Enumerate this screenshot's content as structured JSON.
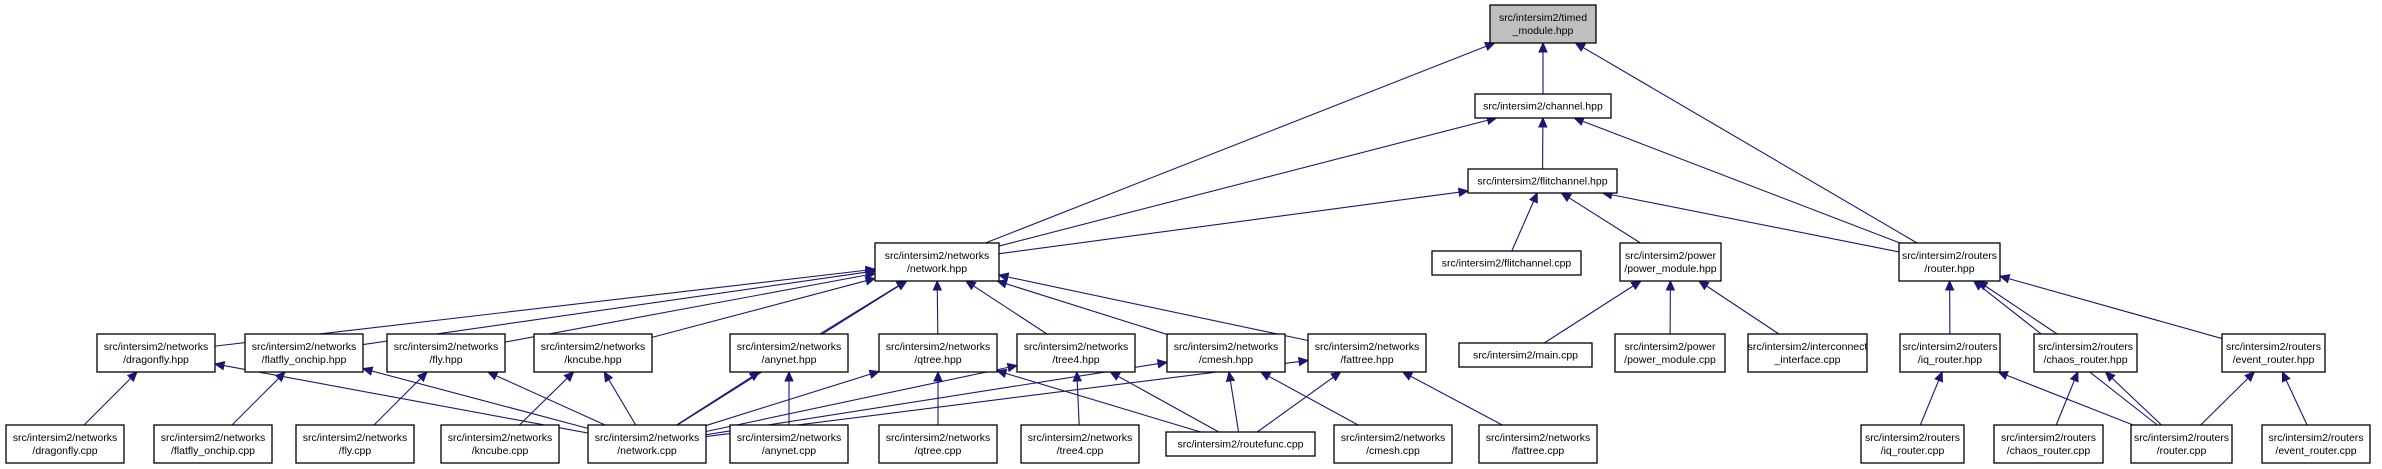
{
  "graph": {
    "title": "",
    "colors": {
      "edge": "#191970",
      "root_fill": "#bfbfbf",
      "node_fill": "#ffffff",
      "border": "#000000"
    },
    "nodes": [
      {
        "id": "timed_module",
        "lines": [
          "src/intersim2/timed",
          "_module.hpp"
        ],
        "root": true
      },
      {
        "id": "channel",
        "lines": [
          "src/intersim2/channel.hpp"
        ]
      },
      {
        "id": "flitchannel_hpp",
        "lines": [
          "src/intersim2/flitchannel.hpp"
        ]
      },
      {
        "id": "network_hpp",
        "lines": [
          "src/intersim2/networks",
          "/network.hpp"
        ]
      },
      {
        "id": "flitchannel_cpp",
        "lines": [
          "src/intersim2/flitchannel.cpp"
        ]
      },
      {
        "id": "power_module_hpp",
        "lines": [
          "src/intersim2/power",
          "/power_module.hpp"
        ]
      },
      {
        "id": "router_hpp",
        "lines": [
          "src/intersim2/routers",
          "/router.hpp"
        ]
      },
      {
        "id": "dragonfly_hpp",
        "lines": [
          "src/intersim2/networks",
          "/dragonfly.hpp"
        ]
      },
      {
        "id": "flatfly_hpp",
        "lines": [
          "src/intersim2/networks",
          "/flatfly_onchip.hpp"
        ]
      },
      {
        "id": "fly_hpp",
        "lines": [
          "src/intersim2/networks",
          "/fly.hpp"
        ]
      },
      {
        "id": "kncube_hpp",
        "lines": [
          "src/intersim2/networks",
          "/kncube.hpp"
        ]
      },
      {
        "id": "anynet_hpp",
        "lines": [
          "src/intersim2/networks",
          "/anynet.hpp"
        ]
      },
      {
        "id": "qtree_hpp",
        "lines": [
          "src/intersim2/networks",
          "/qtree.hpp"
        ]
      },
      {
        "id": "tree4_hpp",
        "lines": [
          "src/intersim2/networks",
          "/tree4.hpp"
        ]
      },
      {
        "id": "cmesh_hpp",
        "lines": [
          "src/intersim2/networks",
          "/cmesh.hpp"
        ]
      },
      {
        "id": "fattree_hpp",
        "lines": [
          "src/intersim2/networks",
          "/fattree.hpp"
        ]
      },
      {
        "id": "main_cpp",
        "lines": [
          "src/intersim2/main.cpp"
        ]
      },
      {
        "id": "power_module_cpp",
        "lines": [
          "src/intersim2/power",
          "/power_module.cpp"
        ]
      },
      {
        "id": "interconnect_cpp",
        "lines": [
          "src/intersim2/interconnect",
          "_interface.cpp"
        ]
      },
      {
        "id": "iq_router_hpp",
        "lines": [
          "src/intersim2/routers",
          "/iq_router.hpp"
        ]
      },
      {
        "id": "chaos_router_hpp",
        "lines": [
          "src/intersim2/routers",
          "/chaos_router.hpp"
        ]
      },
      {
        "id": "event_router_hpp",
        "lines": [
          "src/intersim2/routers",
          "/event_router.hpp"
        ]
      },
      {
        "id": "dragonfly_cpp",
        "lines": [
          "src/intersim2/networks",
          "/dragonfly.cpp"
        ]
      },
      {
        "id": "flatfly_cpp",
        "lines": [
          "src/intersim2/networks",
          "/flatfly_onchip.cpp"
        ]
      },
      {
        "id": "fly_cpp",
        "lines": [
          "src/intersim2/networks",
          "/fly.cpp"
        ]
      },
      {
        "id": "kncube_cpp",
        "lines": [
          "src/intersim2/networks",
          "/kncube.cpp"
        ]
      },
      {
        "id": "network_cpp",
        "lines": [
          "src/intersim2/networks",
          "/network.cpp"
        ]
      },
      {
        "id": "anynet_cpp",
        "lines": [
          "src/intersim2/networks",
          "/anynet.cpp"
        ]
      },
      {
        "id": "qtree_cpp",
        "lines": [
          "src/intersim2/networks",
          "/qtree.cpp"
        ]
      },
      {
        "id": "tree4_cpp",
        "lines": [
          "src/intersim2/networks",
          "/tree4.cpp"
        ]
      },
      {
        "id": "routefunc_cpp",
        "lines": [
          "src/intersim2/routefunc.cpp"
        ]
      },
      {
        "id": "cmesh_cpp",
        "lines": [
          "src/intersim2/networks",
          "/cmesh.cpp"
        ]
      },
      {
        "id": "fattree_cpp",
        "lines": [
          "src/intersim2/networks",
          "/fattree.cpp"
        ]
      },
      {
        "id": "iq_router_cpp",
        "lines": [
          "src/intersim2/routers",
          "/iq_router.cpp"
        ]
      },
      {
        "id": "chaos_router_cpp",
        "lines": [
          "src/intersim2/routers",
          "/chaos_router.cpp"
        ]
      },
      {
        "id": "router_cpp",
        "lines": [
          "src/intersim2/routers",
          "/router.cpp"
        ]
      },
      {
        "id": "event_router_cpp",
        "lines": [
          "src/intersim2/routers",
          "/event_router.cpp"
        ]
      }
    ],
    "edges": [
      [
        "channel",
        "timed_module"
      ],
      [
        "network_hpp",
        "timed_module"
      ],
      [
        "router_hpp",
        "timed_module"
      ],
      [
        "flitchannel_hpp",
        "channel"
      ],
      [
        "network_hpp",
        "channel"
      ],
      [
        "router_hpp",
        "channel"
      ],
      [
        "network_hpp",
        "flitchannel_hpp"
      ],
      [
        "flitchannel_cpp",
        "flitchannel_hpp"
      ],
      [
        "power_module_hpp",
        "flitchannel_hpp"
      ],
      [
        "router_hpp",
        "flitchannel_hpp"
      ],
      [
        "dragonfly_hpp",
        "network_hpp"
      ],
      [
        "flatfly_hpp",
        "network_hpp"
      ],
      [
        "fly_hpp",
        "network_hpp"
      ],
      [
        "kncube_hpp",
        "network_hpp"
      ],
      [
        "anynet_hpp",
        "network_hpp"
      ],
      [
        "qtree_hpp",
        "network_hpp"
      ],
      [
        "tree4_hpp",
        "network_hpp"
      ],
      [
        "cmesh_hpp",
        "network_hpp"
      ],
      [
        "fattree_hpp",
        "network_hpp"
      ],
      [
        "network_cpp",
        "network_hpp"
      ],
      [
        "main_cpp",
        "power_module_hpp"
      ],
      [
        "power_module_cpp",
        "power_module_hpp"
      ],
      [
        "interconnect_cpp",
        "power_module_hpp"
      ],
      [
        "iq_router_hpp",
        "router_hpp"
      ],
      [
        "chaos_router_hpp",
        "router_hpp"
      ],
      [
        "event_router_hpp",
        "router_hpp"
      ],
      [
        "router_cpp",
        "router_hpp"
      ],
      [
        "dragonfly_cpp",
        "dragonfly_hpp"
      ],
      [
        "network_cpp",
        "dragonfly_hpp"
      ],
      [
        "flatfly_cpp",
        "flatfly_hpp"
      ],
      [
        "network_cpp",
        "flatfly_hpp"
      ],
      [
        "fly_cpp",
        "fly_hpp"
      ],
      [
        "network_cpp",
        "fly_hpp"
      ],
      [
        "kncube_cpp",
        "kncube_hpp"
      ],
      [
        "network_cpp",
        "kncube_hpp"
      ],
      [
        "anynet_cpp",
        "anynet_hpp"
      ],
      [
        "network_cpp",
        "anynet_hpp"
      ],
      [
        "qtree_cpp",
        "qtree_hpp"
      ],
      [
        "network_cpp",
        "qtree_hpp"
      ],
      [
        "routefunc_cpp",
        "qtree_hpp"
      ],
      [
        "tree4_cpp",
        "tree4_hpp"
      ],
      [
        "network_cpp",
        "tree4_hpp"
      ],
      [
        "routefunc_cpp",
        "tree4_hpp"
      ],
      [
        "cmesh_cpp",
        "cmesh_hpp"
      ],
      [
        "network_cpp",
        "cmesh_hpp"
      ],
      [
        "routefunc_cpp",
        "cmesh_hpp"
      ],
      [
        "fattree_cpp",
        "fattree_hpp"
      ],
      [
        "network_cpp",
        "fattree_hpp"
      ],
      [
        "routefunc_cpp",
        "fattree_hpp"
      ],
      [
        "iq_router_cpp",
        "iq_router_hpp"
      ],
      [
        "router_cpp",
        "iq_router_hpp"
      ],
      [
        "chaos_router_cpp",
        "chaos_router_hpp"
      ],
      [
        "router_cpp",
        "chaos_router_hpp"
      ],
      [
        "event_router_cpp",
        "event_router_hpp"
      ],
      [
        "router_cpp",
        "event_router_hpp"
      ]
    ]
  }
}
